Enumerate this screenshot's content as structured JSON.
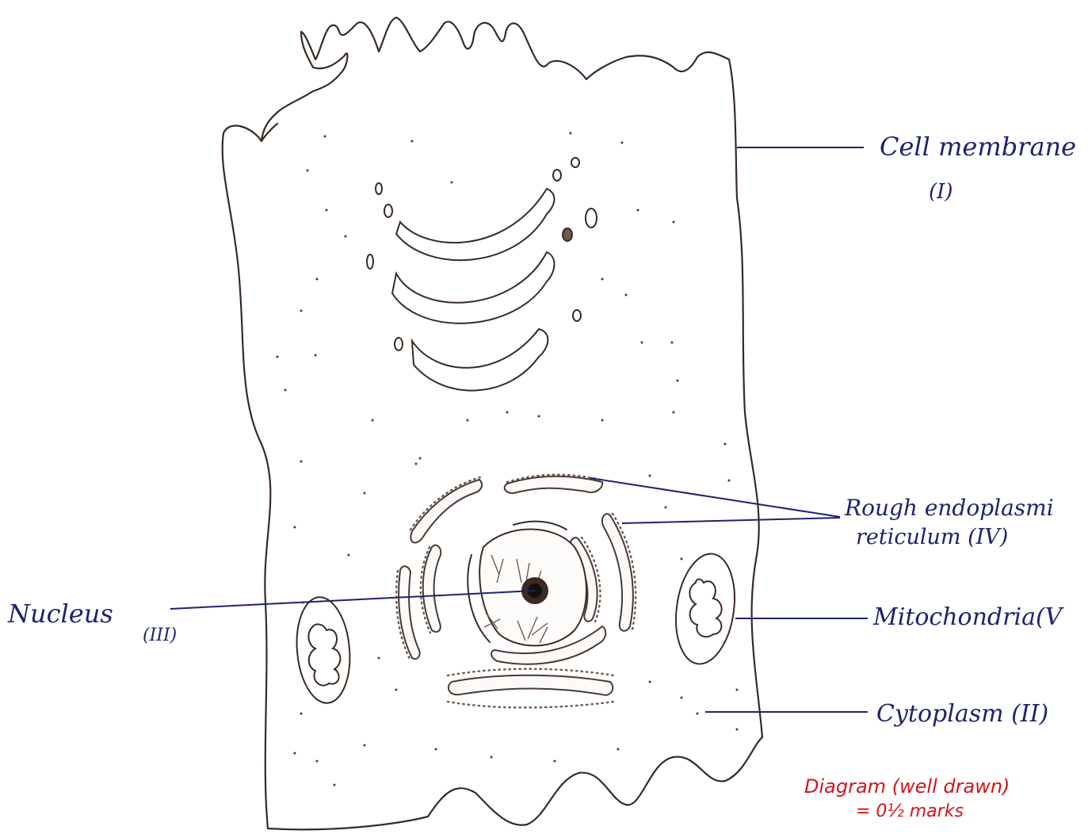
{
  "labels": {
    "cell_membrane": "Cell membrane",
    "cell_membrane_num": "(I)",
    "rough_er_line1": "Rough endoplasmi",
    "rough_er_line2": "reticulum (IV)",
    "mitochondria": "Mitochondria(V",
    "cytoplasm": "Cytoplasm (II)",
    "nucleus": "Nucleus",
    "nucleus_num": "(III)"
  },
  "marking_note": {
    "line1": "Diagram (well drawn)",
    "line2": "= 0½ marks"
  },
  "colors": {
    "label_ink": "#1c2470",
    "pencil": "#3a2a22",
    "marking_ink": "#d4141a"
  }
}
